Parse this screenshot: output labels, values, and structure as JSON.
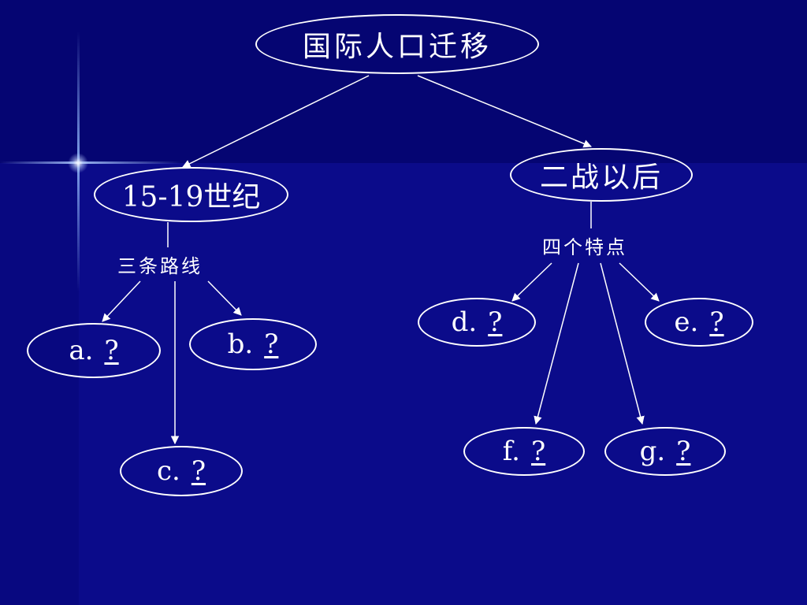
{
  "root": {
    "label": "国际人口迁移"
  },
  "left_branch": {
    "label": "15-19世纪",
    "sub_label": "三条路线",
    "items": [
      {
        "letter": "a.",
        "value": "?"
      },
      {
        "letter": "b.",
        "value": "?"
      },
      {
        "letter": "c.",
        "value": "?"
      }
    ]
  },
  "right_branch": {
    "label": "二战以后",
    "sub_label": "四个特点",
    "items": [
      {
        "letter": "d.",
        "value": "?"
      },
      {
        "letter": "e.",
        "value": "?"
      },
      {
        "letter": "f.",
        "value": "?"
      },
      {
        "letter": "g.",
        "value": "?"
      }
    ]
  },
  "colors": {
    "background": "#0b0b8a",
    "top_band": "#050572",
    "lines": "#ffffff",
    "text": "#ffffff"
  }
}
